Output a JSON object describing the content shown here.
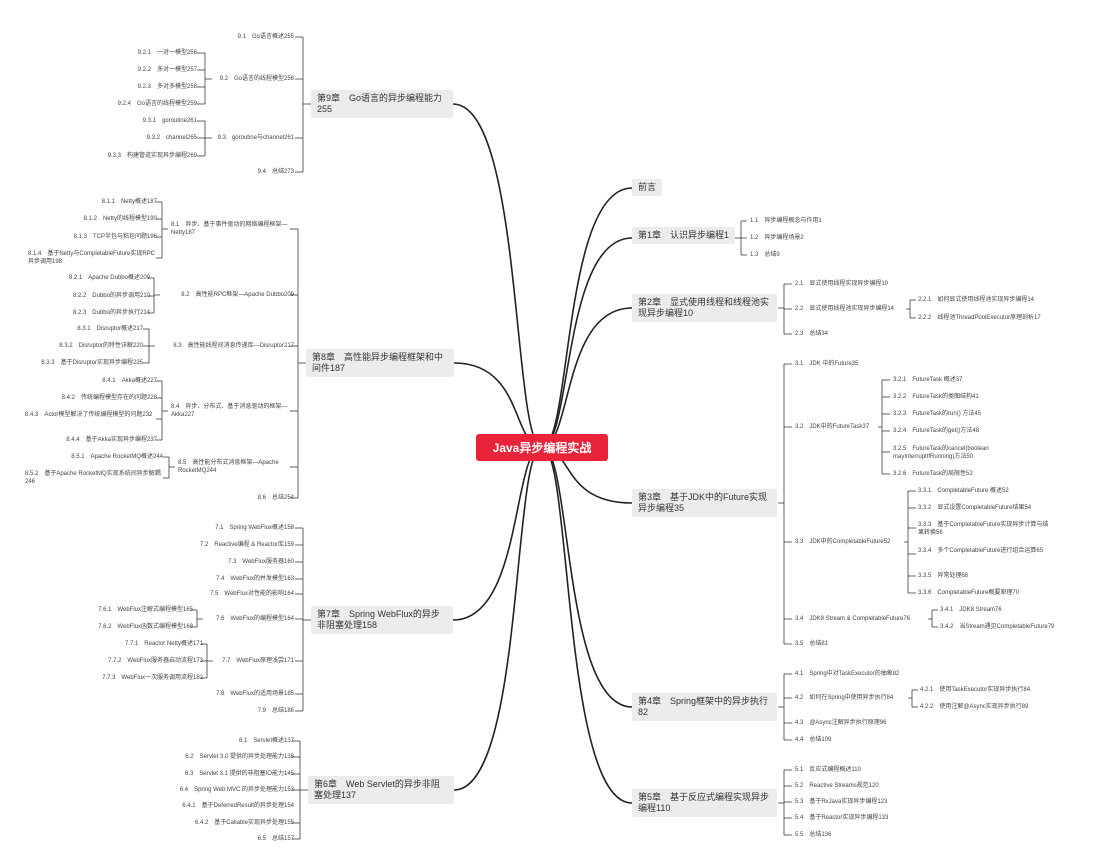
{
  "root": "Java异步编程实战",
  "colors": {
    "root_bg": "#e8233a",
    "branch_bg": "#ececec",
    "line": "#222222"
  },
  "right": {
    "preface": "前言",
    "ch1": {
      "title": "第1章　认识异步编程1",
      "items": [
        "1.1　异步编程概念与作用1",
        "1.2　异步编程场景2",
        "1.3　总结9"
      ]
    },
    "ch2": {
      "title": "第2章　显式使用线程和线程池实现异步编程10",
      "items": [
        "2.1　显式使用线程实现异步编程10",
        "2.2　显式使用线程池实现异步编程14",
        "2.3　总结34"
      ],
      "sub": [
        "2.2.1　如何显式使用线程池实现异步编程14",
        "2.2.2　线程池ThreadPoolExecutor原理剖析17"
      ]
    },
    "ch3": {
      "title": "第3章　基于JDK中的Future实现异步编程35",
      "items": [
        "3.1　JDK 中的Future35",
        "3.2　JDK中的FutureTask37",
        "3.3　JDK中的CompletableFuture52",
        "3.4　JDK8 Stream & CompletableFuture76",
        "3.5　总结81"
      ],
      "sub32": [
        "3.2.1　FutureTask 概述37",
        "3.2.2　FutureTask的类图结构41",
        "3.2.3　FutureTask的run() 方法45",
        "3.2.4　FutureTask的get()方法48",
        "3.2.5　FutureTask的cancel(boolean mayInterruptIfRunning)方法50",
        "3.2.6　FutureTask的局限性52"
      ],
      "sub33": [
        "3.3.1　CompletableFuture 概述52",
        "3.3.2　显式设置CompletableFuture结果54",
        "3.3.3　基于CompletableFuture实现异步计算与结果转换56",
        "3.3.4　多个CompletableFuture进行组合运算65",
        "3.3.5　异常处理68",
        "3.3.6　CompletableFuture概要原理70"
      ],
      "sub34": [
        "3.4.1　JDK8 Stream76",
        "3.4.2　当Stream遇见CompletableFuture79"
      ]
    },
    "ch4": {
      "title": "第4章　Spring框架中的异步执行82",
      "items": [
        "4.1　Spring中对TaskExecutor的抽象82",
        "4.2　如何在Spring中使用异步执行84",
        "4.3　@Async注解异步执行原理96",
        "4.4　总结109"
      ],
      "sub": [
        "4.2.1　使用TaskExecutor实现异步执行84",
        "4.2.2　使用注解@Async实现异步执行89"
      ]
    },
    "ch5": {
      "title": "第5章　基于反应式编程实现异步编程110",
      "items": [
        "5.1　反应式编程概述110",
        "5.2　Reactive Streams规范120",
        "5.3　基于RxJava实现异步编程123",
        "5.4　基于Reactor实现异步编程133",
        "5.5　总结136"
      ]
    }
  },
  "left": {
    "ch9": {
      "title": "第9章　Go语言的异步编程能力255",
      "items": [
        "9.1　Go语言概述255",
        "9.2　Go语言的线程模型256",
        "9.3　goroutine与channel261",
        "9.4　总结273"
      ],
      "sub92": [
        "9.2.1　一对一模型256",
        "9.2.2　多对一模型257",
        "9.2.3　多对多模型258",
        "9.2.4　Go语言的线程模型259"
      ],
      "sub93": [
        "9.3.1　goroutine261",
        "9.3.2　channel265",
        "9.3.3　构建管道实现异步编程269"
      ]
    },
    "ch8": {
      "title": "第8章　高性能异步编程框架和中间件187",
      "items": [
        "8.1　异步、基于事件驱动的网络编程框架—Netty187",
        "8.2　高性能RPC框架—Apache Dubbo209",
        "8.3　高性能线程间消息传递库—Disruptor217",
        "8.4　异步、分布式、基于消息驱动的框架—Akka227",
        "8.5　高性能分布式消息框架—Apache RocketMQ244",
        "8.6　总结254"
      ],
      "sub81": [
        "8.1.1　Netty概述187",
        "8.1.2　Netty的线程模型190",
        "8.1.3　TCP半包与粘包问题196",
        "8.1.4　基于Netty与CompletableFuture实现RPC异步调用198"
      ],
      "sub82": [
        "8.2.1　Apache Dubbo概述209",
        "8.2.2　Dubbo的异步调用210",
        "8.2.3　Dubbo的异步执行214"
      ],
      "sub83": [
        "8.3.1　Disruptor概述217",
        "8.3.2　Disruptor的特性详解220",
        "8.3.3　基于Disruptor实现异步编程225"
      ],
      "sub84": [
        "8.4.1　Akka概述227",
        "8.4.2　传统编程模型存在的问题228",
        "8.4.3　Actor模型解决了传统编程模型的问题232",
        "8.4.4　基于Akka实现异步编程237"
      ],
      "sub85": [
        "8.5.1　Apache RocketMQ概述244",
        "8.5.2　基于Apache RocketMQ实现系统间异步解耦246"
      ]
    },
    "ch7": {
      "title": "第7章　Spring WebFlux的异步非阻塞处理158",
      "items": [
        "7.1　Spring WebFlux概述158",
        "7.2　Reactive编程 & Reactor库159",
        "7.3　WebFlux服务器160",
        "7.4　WebFlux的并发模型163",
        "7.5　WebFlux对性能的影响164",
        "7.6　WebFlux的编程模型164",
        "7.7　WebFlux原理浅尝171",
        "7.8　WebFlux的适用场景185",
        "7.9　总结186"
      ],
      "sub76": [
        "7.6.1　WebFlux注解式编程模型165",
        "7.6.2　WebFlux函数式编程模型168"
      ],
      "sub77": [
        "7.7.1　Reactor Netty概述171",
        "7.7.2　WebFlux服务器启动流程173",
        "7.7.3　WebFlux一次服务调用流程182"
      ]
    },
    "ch6": {
      "title": "第6章　Web Servlet的异步非阻塞处理137",
      "items": [
        "6.1　Servlet概述137",
        "6.2　Servlet 3.0 提供的异步处理能力138",
        "6.3　Servlet 3.1 提供的非阻塞IO能力145",
        "6.4　Spring Web MVC 的异步处理能力153",
        "6.5　总结157"
      ],
      "sub64": [
        "6.4.1　基于DeferredResult的异步处理154",
        "6.4.2　基于Callable实现异步处理155"
      ]
    }
  }
}
